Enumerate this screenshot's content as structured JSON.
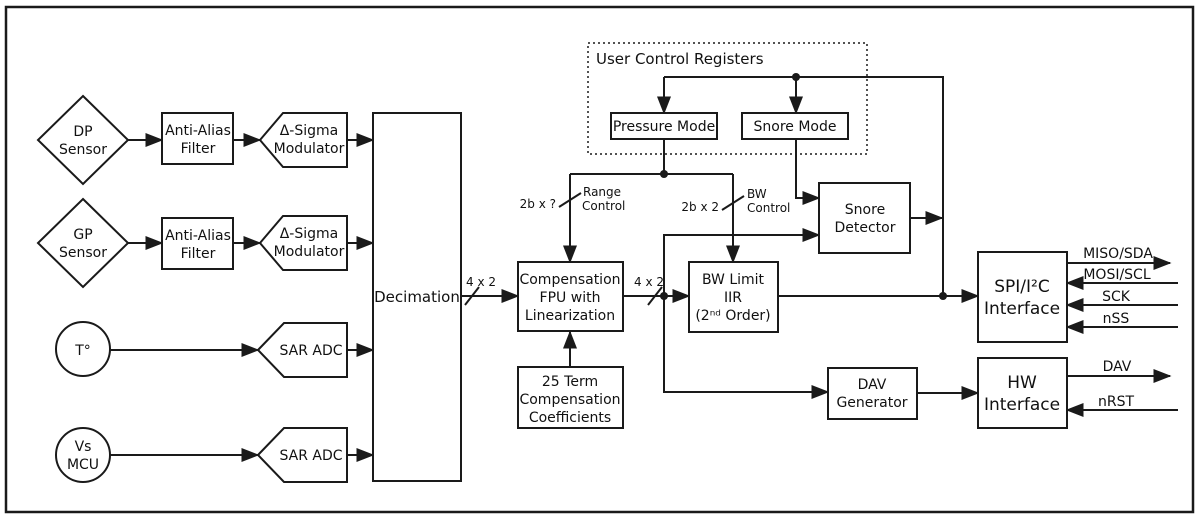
{
  "blocks": {
    "dp_sensor": {
      "lines": [
        "DP",
        "Sensor"
      ]
    },
    "gp_sensor": {
      "lines": [
        "GP",
        "Sensor"
      ]
    },
    "anti_alias_1": {
      "lines": [
        "Anti-Alias",
        "Filter"
      ]
    },
    "anti_alias_2": {
      "lines": [
        "Anti-Alias",
        "Filter"
      ]
    },
    "delta_sigma_1": {
      "lines": [
        "Δ-Sigma",
        "Modulator"
      ]
    },
    "delta_sigma_2": {
      "lines": [
        "Δ-Sigma",
        "Modulator"
      ]
    },
    "temp_sensor": {
      "label": "T°"
    },
    "vs_mcu": {
      "lines": [
        "Vs",
        "MCU"
      ]
    },
    "sar_adc_1": {
      "label": "SAR ADC"
    },
    "sar_adc_2": {
      "label": "SAR ADC"
    },
    "decimation": {
      "label": "Decimation"
    },
    "compensation_fpu": {
      "lines": [
        "Compensation",
        "FPU with",
        "Linearization"
      ]
    },
    "coefficients": {
      "lines": [
        "25 Term",
        "Compensation",
        "Coefficients"
      ]
    },
    "bw_limit_iir": {
      "lines": [
        "BW Limit",
        "IIR",
        "(2ⁿᵈ Order)"
      ]
    },
    "snore_detector": {
      "lines": [
        "Snore",
        "Detector"
      ]
    },
    "user_control_registers": {
      "label": "User Control Registers"
    },
    "pressure_mode": {
      "label": "Pressure Mode"
    },
    "snore_mode": {
      "label": "Snore Mode"
    },
    "spi_i2c_interface": {
      "lines": [
        "SPI/I²C",
        "Interface"
      ]
    },
    "dav_generator": {
      "lines": [
        "DAV",
        "Generator"
      ]
    },
    "hw_interface": {
      "lines": [
        "HW",
        "Interface"
      ]
    }
  },
  "bus_labels": {
    "decimation_out_width": "4 x 2",
    "fpu_out_width": "4 x 2",
    "range_bus_width": "2b x ?",
    "range_control": {
      "lines": [
        "Range",
        "Control"
      ]
    },
    "bw_bus_width": "2b x 2",
    "bw_control": {
      "lines": [
        "BW",
        "Control"
      ]
    }
  },
  "pins": {
    "miso": "MISO/SDA",
    "mosi": "MOSI/SCL",
    "sck": "SCK",
    "nss": "nSS",
    "dav": "DAV",
    "nrst": "nRST"
  },
  "colors": {
    "line": "#1a1a1a",
    "background": "#ffffff"
  }
}
